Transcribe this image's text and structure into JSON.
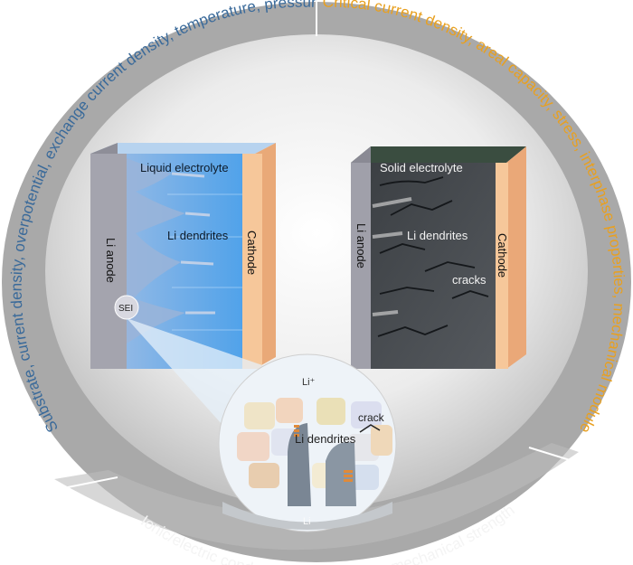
{
  "ring": {
    "top_left": "Substrate, current density, overpotential, exchange current density, temperature, pressure",
    "top_right": "Critical current density, areal capacity, stress, interphase properties, mechanical module",
    "bottom": "Ionic/electric conductivity, morphology, mechanical strength"
  },
  "left_cell": {
    "electrolyte": "Liquid electrolyte",
    "anode": "Li anode",
    "dendrites": "Li dendrites",
    "cathode": "Cathode",
    "sei": "SEI"
  },
  "right_cell": {
    "electrolyte": "Solid electrolyte",
    "anode": "Li anode",
    "dendrites": "Li dendrites",
    "cathode": "Cathode",
    "cracks": "cracks"
  },
  "zoom": {
    "li_ion": "Li⁺",
    "crack": "crack",
    "dendrites": "Li dendrites",
    "li": "Li"
  },
  "colors": {
    "ring_left_text": "#3a6a9a",
    "ring_right_text": "#e8a020",
    "ring_bottom_text": "#f4f4f4",
    "liquid": "#5aa6e6",
    "solid": "#4a4e52",
    "cathode": "#f6c79a",
    "anode": "#9a9aa4"
  }
}
